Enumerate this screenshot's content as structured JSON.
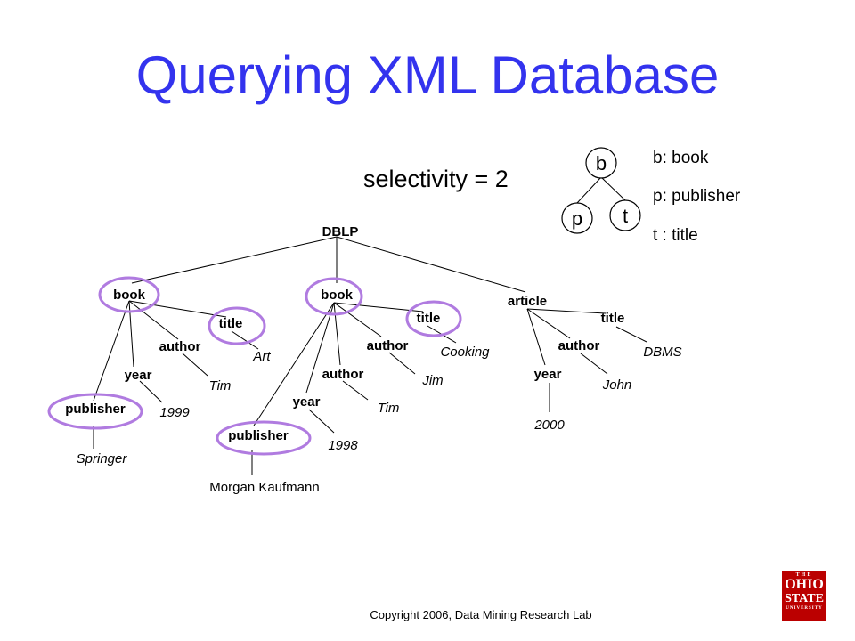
{
  "slide": {
    "title": "Querying XML Database",
    "selectivity": "selectivity = 2",
    "copyright": "Copyright 2006, Data Mining Research Lab"
  },
  "pattern": {
    "nodes": {
      "b": "b",
      "p": "p",
      "t": "t"
    },
    "legend": [
      "b: book",
      "p: publisher",
      "t : title"
    ]
  },
  "tree": {
    "root": "DBLP",
    "book1": {
      "label": "book",
      "title": "title",
      "title_value": "Art",
      "author": "author",
      "author_value": "Tim",
      "year": "year",
      "year_value": "1999",
      "publisher": "publisher",
      "publisher_value": "Springer"
    },
    "book2": {
      "label": "book",
      "title": "title",
      "title_value": "Cooking",
      "author1": "author",
      "author1_value": "Jim",
      "author2": "author",
      "author2_value": "Tim",
      "year": "year",
      "year_value": "1998",
      "publisher": "publisher",
      "publisher_value": "Morgan Kaufmann"
    },
    "article": {
      "label": "article",
      "title": "title",
      "title_value": "DBMS",
      "author": "author",
      "author_value": "John",
      "year": "year",
      "year_value": "2000"
    }
  },
  "logo": {
    "row1": "THE",
    "row2": "OHIO",
    "row3": "STATE",
    "row4": "UNIVERSITY"
  },
  "colors": {
    "title": "#3333ee",
    "highlight": "#b07be0",
    "logo": "#bb0000"
  }
}
